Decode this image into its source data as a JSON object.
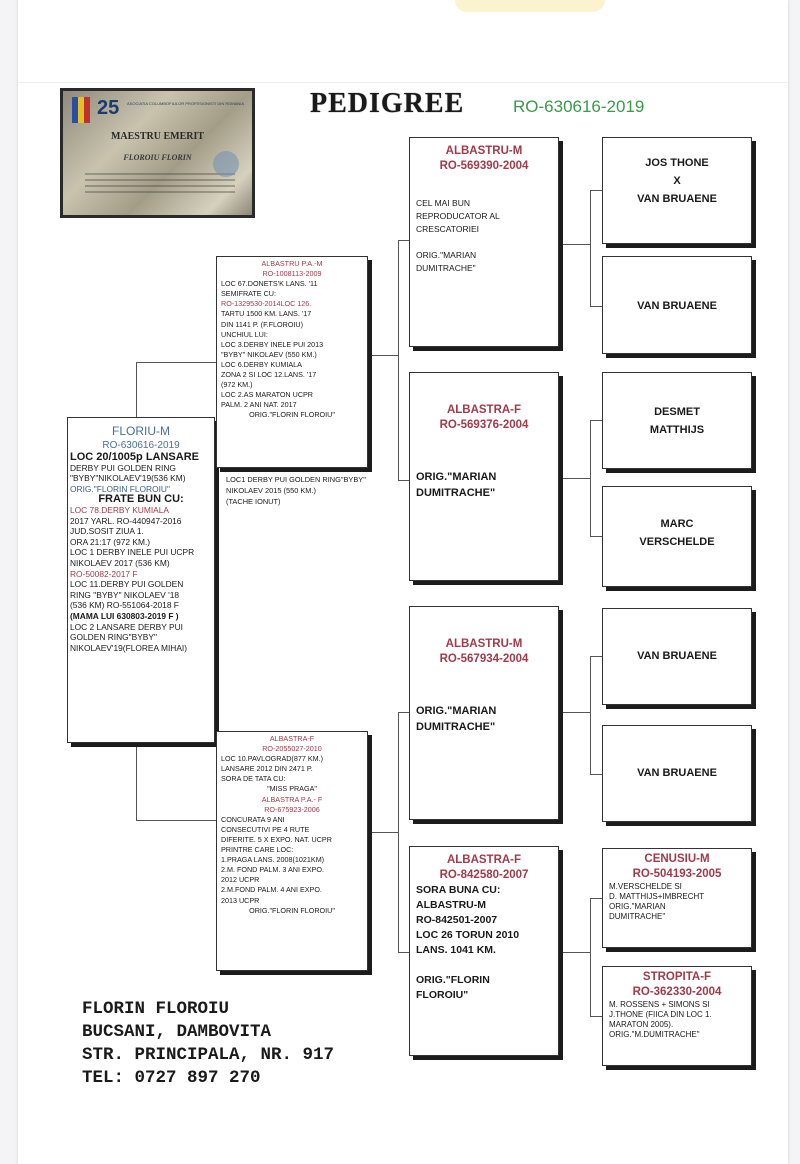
{
  "header": {
    "title": "PEDIGREE",
    "reg_number": "RO-630616-2019"
  },
  "plaque": {
    "number": "25",
    "header_text": "ASOCIATIA COLUMBOFILILOR PROFESIONISTI DIN ROMANIA",
    "title": "MAESTRU EMERIT",
    "name": "FLOROIU FLORIN"
  },
  "subject": {
    "name": "FLORIU-M",
    "id": "RO-630616-2019",
    "lines": [
      {
        "text": "LOC 20/1005p LANSARE",
        "cls": "big"
      },
      {
        "text": "DERBY PUI GOLDEN RING",
        "cls": "blk"
      },
      {
        "text": "\"BYBY\"NIKOLAEV'19(536 KM)",
        "cls": "blk"
      },
      {
        "text": "ORIG.\"FLORIN FLOROIU\"",
        "cls": "blue"
      },
      {
        "text": "FRATE BUN CU:",
        "cls": "big ctr"
      },
      {
        "text": "LOC 78.DERBY KUMIALA",
        "cls": "red"
      },
      {
        "text": "2017 YARL. RO-440947-2016",
        "cls": "blk"
      },
      {
        "text": "JUD.SOSIT ZIUA 1.",
        "cls": "blk"
      },
      {
        "text": "ORA 21:17 (972 KM.)",
        "cls": "blk"
      },
      {
        "text": "LOC 1 DERBY INELE PUI UCPR",
        "cls": "blk"
      },
      {
        "text": "NIKOLAEV 2017 (536 KM)",
        "cls": "blk"
      },
      {
        "text": "RO-50082-2017 F",
        "cls": "red"
      },
      {
        "text": "LOC 11.DERBY PUI GOLDEN",
        "cls": "blk"
      },
      {
        "text": "RING \"BYBY\" NIKOLAEV '18",
        "cls": "blk"
      },
      {
        "text": "(536 KM) RO-551064-2018 F",
        "cls": "blk"
      },
      {
        "text": "(MAMA LUI 630803-2019 F )",
        "cls": "blk b"
      },
      {
        "text": "LOC 2 LANSARE DERBY PUI",
        "cls": "blk"
      },
      {
        "text": "GOLDEN RING\"BYBY\"",
        "cls": "blk"
      },
      {
        "text": "NIKOLAEV'19(FLOREA MIHAI)",
        "cls": "blk"
      }
    ]
  },
  "sire": {
    "lines": [
      {
        "text": "ALBASTRU P.A.-M",
        "cls": "red ctr"
      },
      {
        "text": "RO-1008113-2009",
        "cls": "red ctr"
      },
      {
        "text": "LOC 67.DONETS'K LANS. '11",
        "cls": "blk"
      },
      {
        "text": "SEMIFRATE CU:",
        "cls": "blk"
      },
      {
        "text": "RO-1329530-2014LOC 126.",
        "cls": "red"
      },
      {
        "text": "TARTU 1500 KM. LANS. '17",
        "cls": "blk"
      },
      {
        "text": "DIN 1141 P. (F.FLOROIU)",
        "cls": "blk"
      },
      {
        "text": "UNCHIUL LUI:",
        "cls": "blk"
      },
      {
        "text": "LOC 3.DERBY INELE PUI 2013",
        "cls": "blk"
      },
      {
        "text": "\"BYBY\" NIKOLAEV (550 KM.)",
        "cls": "blk"
      },
      {
        "text": "LOC 6.DERBY KUMIALA",
        "cls": "blk"
      },
      {
        "text": "ZONA 2 SI LOC 12.LANS. '17",
        "cls": "blk"
      },
      {
        "text": "(972 KM.)",
        "cls": "blk"
      },
      {
        "text": "LOC 2.AS MARATON UCPR",
        "cls": "blk"
      },
      {
        "text": "PALM. 2 ANI NAT. 2017",
        "cls": "blk"
      },
      {
        "text": "ORIG.\"FLORIN FLOROIU\"",
        "cls": "blk ctr"
      }
    ],
    "under_lines": [
      "LOC1 DERBY PUI GOLDEN RING\"BYBY\"",
      "NIKOLAEV 2015 (550 KM.)",
      "(TACHE IONUT)"
    ]
  },
  "dam": {
    "lines": [
      {
        "text": "ALBASTRA-F",
        "cls": "red ctr"
      },
      {
        "text": "RO-2055027-2010",
        "cls": "red ctr"
      },
      {
        "text": "LOC 10.PAVLOGRAD(877 KM.)",
        "cls": "blk"
      },
      {
        "text": "LANSARE 2012 DIN 2471 P.",
        "cls": "blk"
      },
      {
        "text": "SORA DE TATA CU:",
        "cls": "blk"
      },
      {
        "text": "\"MISS PRAGA\"",
        "cls": "blk ctr"
      },
      {
        "text": "ALBASTRA P.A.- F",
        "cls": "red ctr"
      },
      {
        "text": "RO-675923-2006",
        "cls": "red ctr"
      },
      {
        "text": "CONCURATA 9 ANI",
        "cls": "blk"
      },
      {
        "text": "CONSECUTIVI PE 4 RUTE",
        "cls": "blk"
      },
      {
        "text": "DIFERITE. 5 X EXPO. NAT. UCPR",
        "cls": "blk"
      },
      {
        "text": "PRINTRE CARE LOC:",
        "cls": "blk"
      },
      {
        "text": "1.PRAGA LANS. 2008(1021KM)",
        "cls": "blk"
      },
      {
        "text": "2.M. FOND PALM. 3 ANI EXPO.",
        "cls": "blk"
      },
      {
        "text": "2012 UCPR",
        "cls": "blk"
      },
      {
        "text": "2.M.FOND PALM. 4 ANI EXPO.",
        "cls": "blk"
      },
      {
        "text": "2013 UCPR",
        "cls": "blk"
      },
      {
        "text": "ORIG.\"FLORIN FLOROIU\"",
        "cls": "blk ctr"
      }
    ]
  },
  "grandparents": [
    {
      "name": "ALBASTRU-M",
      "id": "RO-569390-2004",
      "lines": [
        "",
        "CEL MAI BUN",
        "REPRODUCATOR AL",
        "CRESCATORIEI",
        "",
        "ORIG.\"MARIAN",
        "DUMITRACHE\""
      ]
    },
    {
      "name": "ALBASTRA-F",
      "id": "RO-569376-2004",
      "lines": [
        "",
        "",
        "ORIG.\"MARIAN",
        "DUMITRACHE\""
      ]
    },
    {
      "name": "ALBASTRU-M",
      "id": "RO-567934-2004",
      "lines": [
        "",
        "",
        "ORIG.\"MARIAN",
        "DUMITRACHE\""
      ]
    },
    {
      "name": "ALBASTRA-F",
      "id": "RO-842580-2007",
      "lines": [
        "SORA BUNA CU:",
        "ALBASTRU-M",
        "RO-842501-2007",
        "LOC 26 TORUN 2010",
        "LANS. 1041 KM.",
        "",
        "ORIG.\"FLORIN",
        "FLOROIU\""
      ]
    }
  ],
  "great_grandparents": [
    {
      "lines": [
        "JOS THONE",
        "X",
        "VAN BRUAENE"
      ]
    },
    {
      "lines": [
        "VAN BRUAENE"
      ]
    },
    {
      "lines": [
        "DESMET",
        "MATTHIJS"
      ]
    },
    {
      "lines": [
        "MARC",
        "VERSCHELDE"
      ]
    },
    {
      "lines": [
        "VAN BRUAENE"
      ]
    },
    {
      "lines": [
        "VAN BRUAENE"
      ]
    },
    {
      "name": "CENUSIU-M",
      "id": "RO-504193-2005",
      "lines": [
        "M.VERSCHELDE SI",
        "D. MATTHIJS+IMBRECHT",
        "ORIG.\"MARIAN",
        "DUMITRACHE\""
      ]
    },
    {
      "name": "STROPITA-F",
      "id": "RO-362330-2004",
      "lines": [
        "M. ROSSENS + SIMONS SI",
        "J.THONE (FIICA DIN LOC 1.",
        "MARATON 2005).",
        "ORIG.\"M.DUMITRACHE\""
      ]
    }
  ],
  "owner": {
    "name": "FLORIN FLOROIU",
    "location": "BUCSANI, DAMBOVITA",
    "address": "STR. PRINCIPALA, NR. 917",
    "phone": "TEL: 0727 897 270"
  },
  "colors": {
    "accent_red": "#a23a4a",
    "reg_green": "#3a9a4a",
    "subject_blue": "#4a6f9a"
  }
}
